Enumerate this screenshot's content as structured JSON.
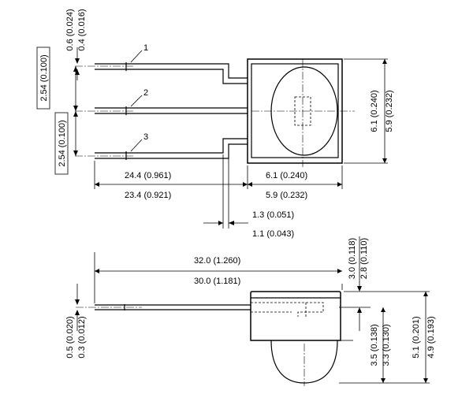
{
  "top_view": {
    "pins": [
      "1",
      "2",
      "3"
    ],
    "lead_width_max": "0.6 (0.024)",
    "lead_width_min": "0.4 (0.016)",
    "pitch_1_2": "2.54 (0.100)",
    "pitch_2_3": "2.54 (0.100)",
    "lead_length_max": "24.4 (0.961)",
    "lead_length_min": "23.4 (0.921)",
    "body_width_max": "6.1 (0.240)",
    "body_width_min": "5.9 (0.232)",
    "body_height_max": "6.1 (0.240)",
    "body_height_min": "5.9 (0.232)",
    "lead_bend_max": "1.3 (0.051)",
    "lead_bend_min": "1.1 (0.043)"
  },
  "side_view": {
    "overall_length_max": "32.0 (1.260)",
    "overall_length_min": "30.0 (1.181)",
    "lead_thickness_max": "0.5 (0.020)",
    "lead_thickness_min": "0.3 (0.012)",
    "top_offset_max": "3.0 (0.118)",
    "top_offset_min": "2.8 (0.110)",
    "lens_height_max": "3.5 (0.138)",
    "lens_height_min": "3.3 (0.130)",
    "body_height_max": "5.1 (0.201)",
    "body_height_min": "4.9 (0.193)"
  }
}
